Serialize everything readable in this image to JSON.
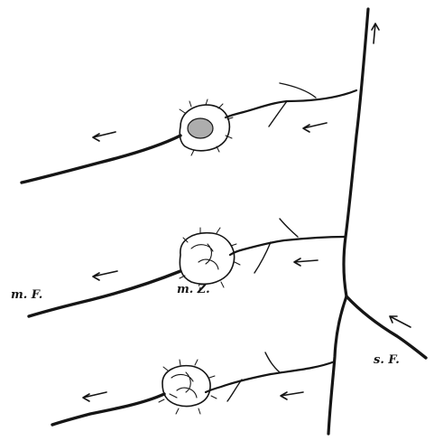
{
  "labels": {
    "motor_fiber": "m. F.",
    "motor_cell": "m. Z.",
    "sensory_fiber": "s. F."
  },
  "colors": {
    "ink": "#151515",
    "background": "#ffffff"
  }
}
